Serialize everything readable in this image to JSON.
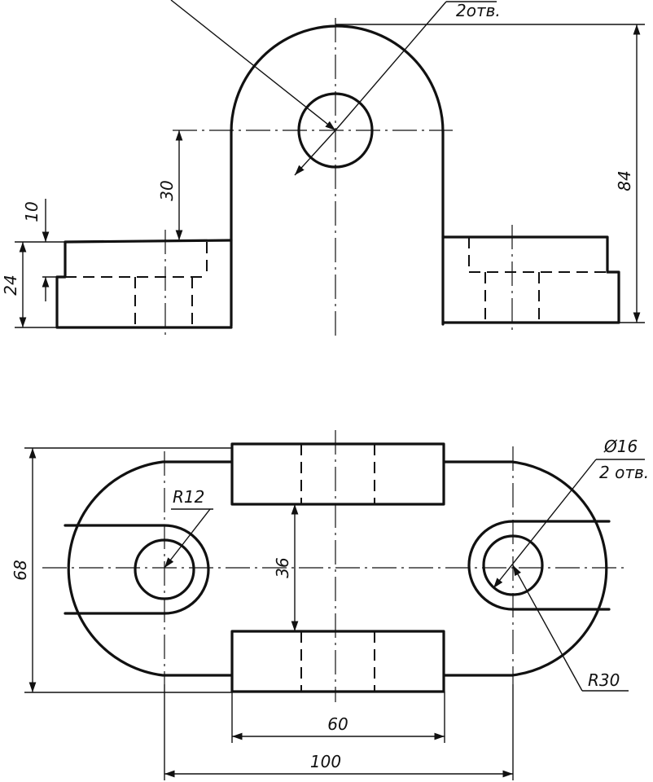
{
  "drawing": {
    "top_view": {
      "dims": {
        "hole_count_note": "2отв.",
        "dim_30": "30",
        "dim_10": "10",
        "dim_24": "24",
        "dim_84": "84"
      }
    },
    "plan_view": {
      "dims": {
        "hole_diameter": "Ø16",
        "hole_count_note": "2 отв.",
        "radius_12": "R12",
        "radius_30": "R30",
        "dim_68": "68",
        "dim_36": "36",
        "dim_60": "60",
        "dim_100": "100"
      }
    }
  }
}
